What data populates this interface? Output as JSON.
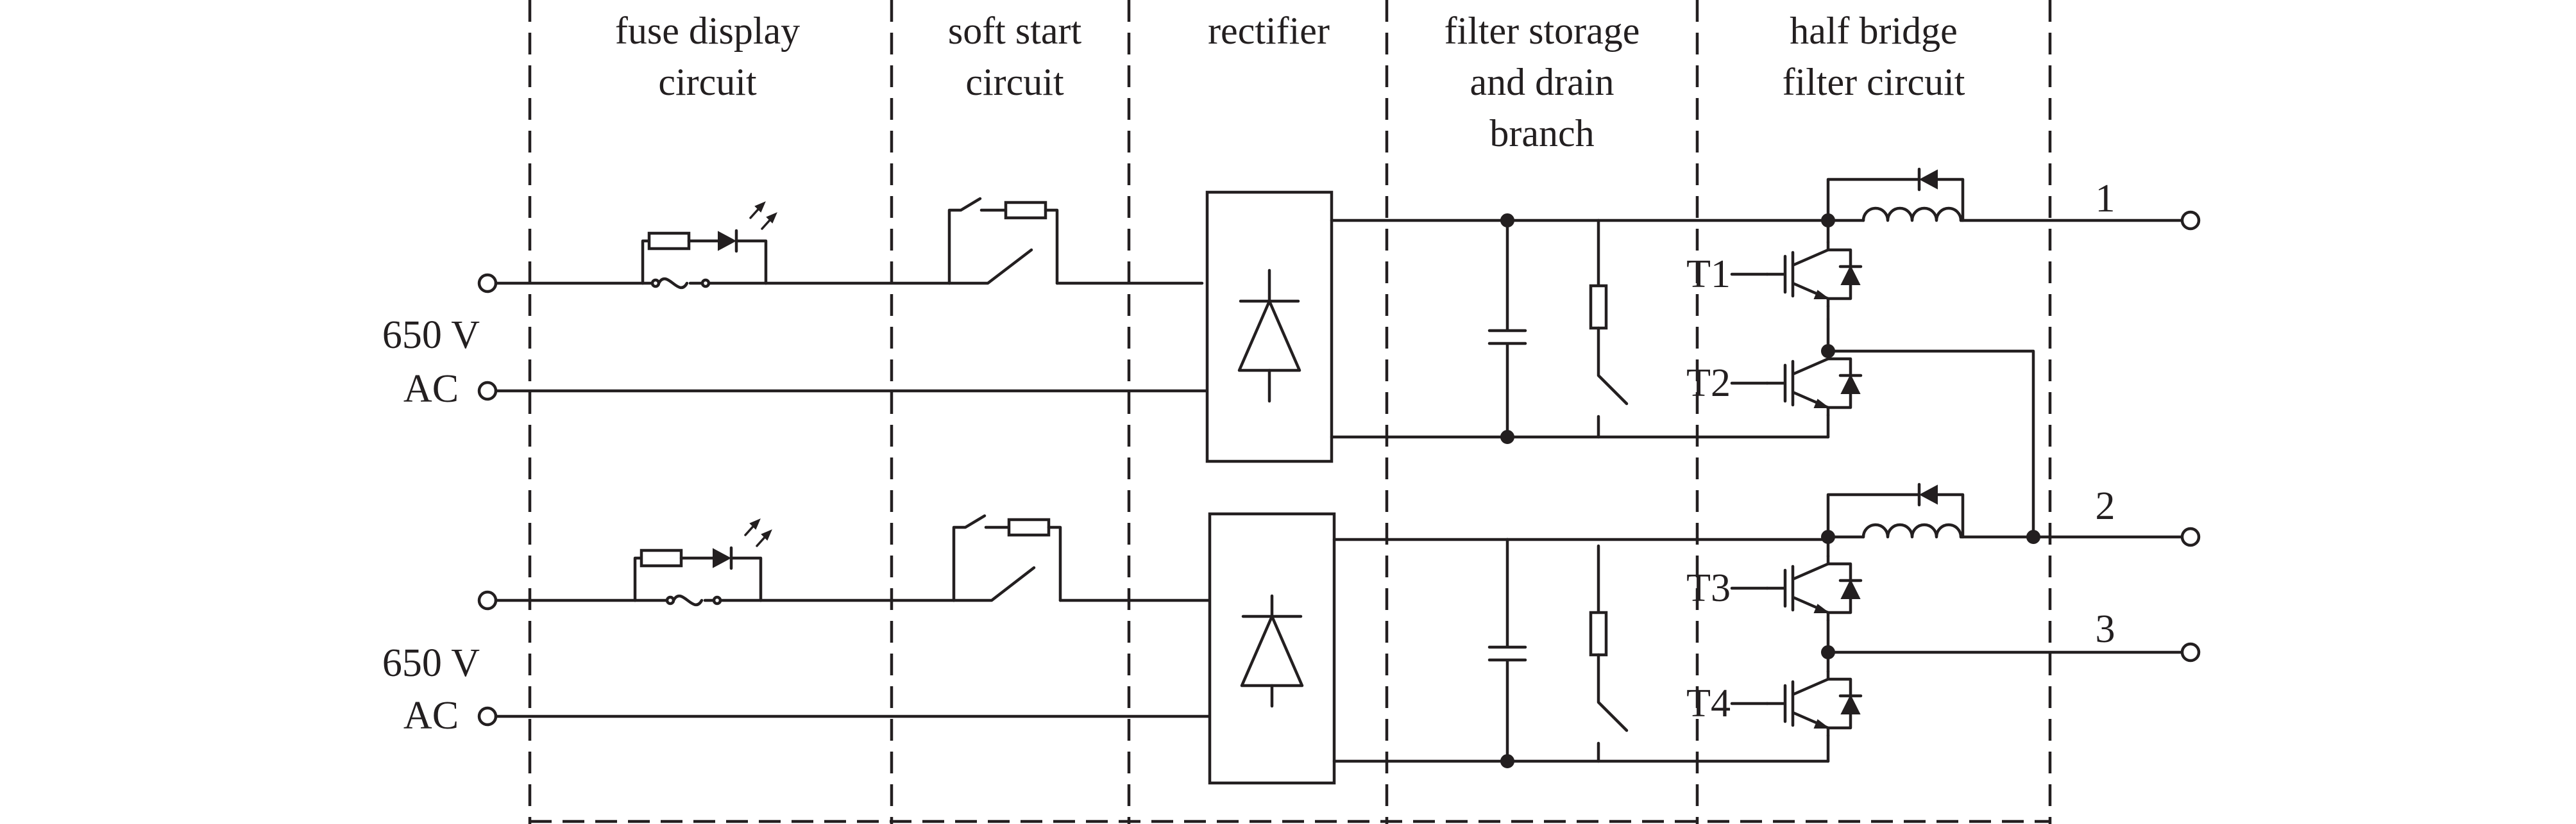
{
  "sections": {
    "fuse": [
      "fuse display",
      "circuit"
    ],
    "soft_start": [
      "soft start",
      "circuit"
    ],
    "rectifier": [
      "rectifier"
    ],
    "filter": [
      "filter storage",
      "and drain",
      "branch"
    ],
    "half_bridge": [
      "half bridge",
      "filter circuit"
    ]
  },
  "inputs": {
    "top_voltage": "650 V",
    "top_ac": "AC",
    "bottom_voltage": "650 V",
    "bottom_ac": "AC"
  },
  "switches": {
    "t1": "T1",
    "t2": "T2",
    "t3": "T3",
    "t4": "T4"
  },
  "outputs": {
    "o1": "1",
    "o2": "2",
    "o3": "3"
  }
}
